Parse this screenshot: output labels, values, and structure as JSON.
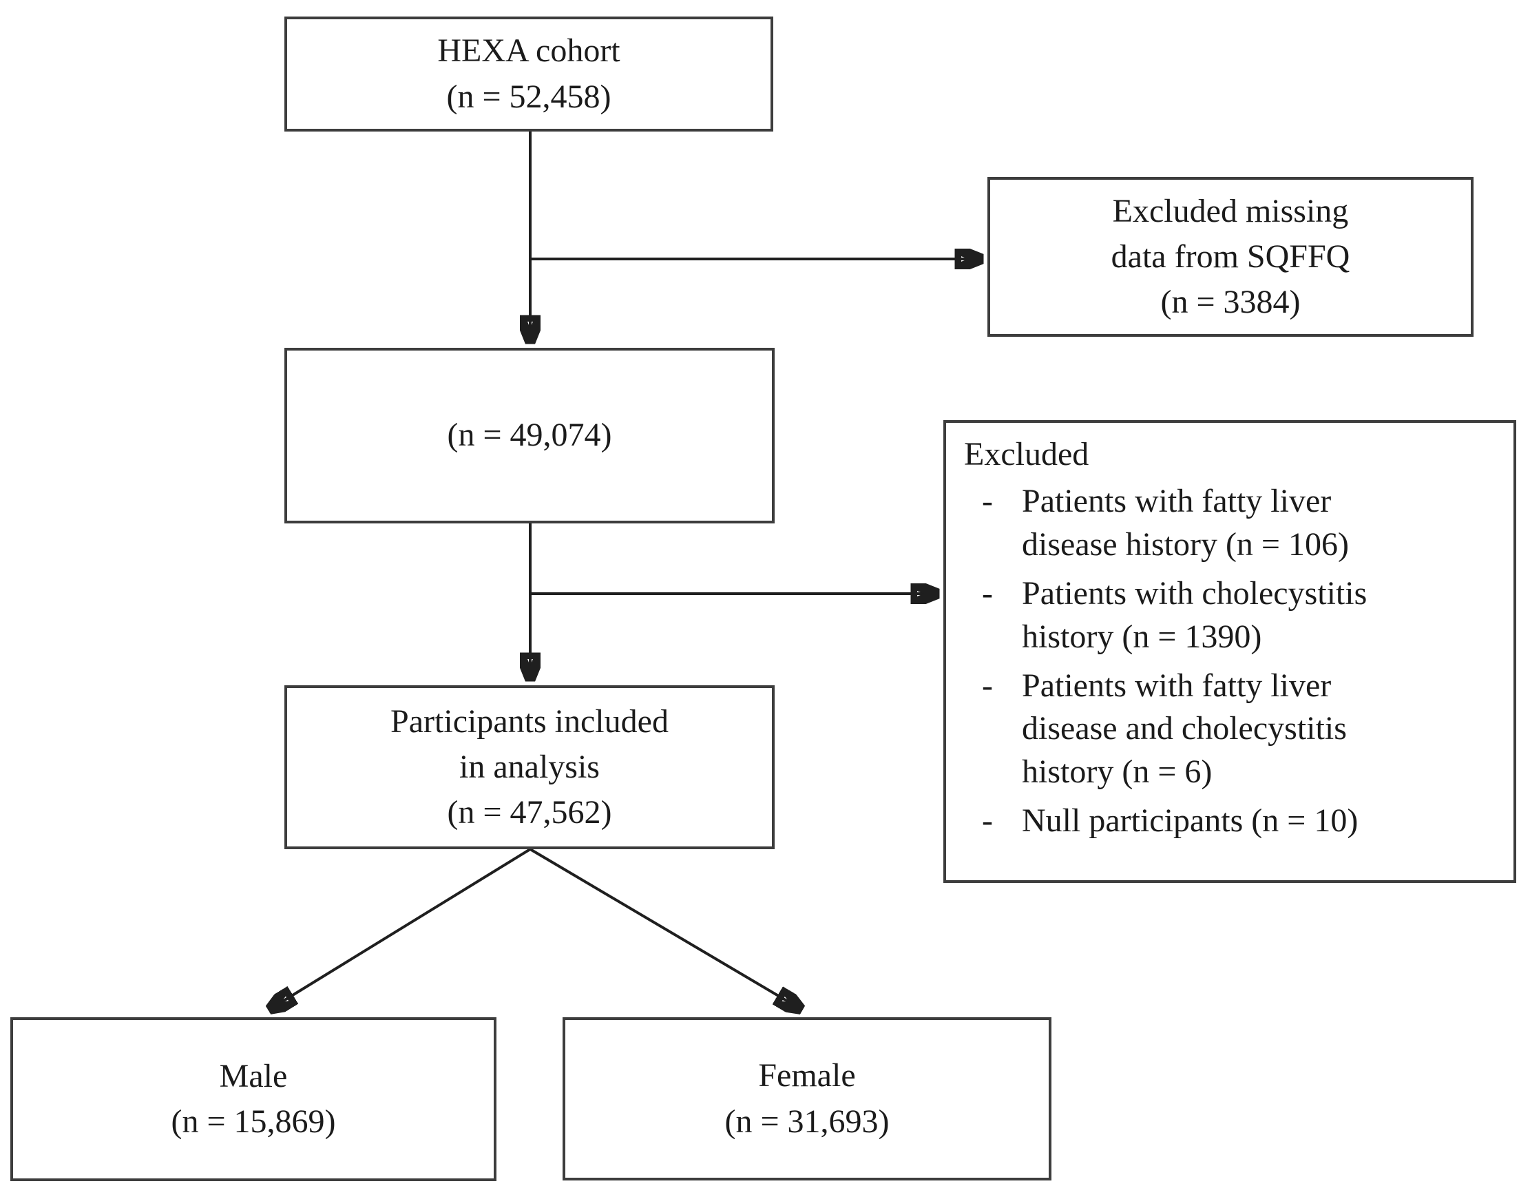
{
  "figure": {
    "type": "participant-flowchart",
    "background_color": "#ffffff",
    "box_border_color": "#3d3d3d",
    "line_color": "#1f1f1f",
    "text_color": "#1b1b1b"
  },
  "nodes": {
    "hexa": {
      "label": "HEXA cohort\n(n = 52,458)"
    },
    "sqffq_excluded": {
      "label": "Excluded missing\ndata from SQFFQ\n(n = 3384)"
    },
    "after_sqffq": {
      "label": "(n = 49,074)"
    },
    "included": {
      "label": "Participants included\nin analysis\n(n = 47,562)"
    },
    "male": {
      "label": "Male\n(n = 15,869)"
    },
    "female": {
      "label": "Female\n(n = 31,693)"
    }
  },
  "excluded_panel": {
    "title": "Excluded",
    "bullet": "-",
    "items": [
      {
        "text": "Patients with fatty liver\ndisease history (n = 106)"
      },
      {
        "text": "Patients with cholecystitis\nhistory (n = 1390)"
      },
      {
        "text": "Patients with fatty liver\ndisease and cholecystitis\nhistory (n = 6)"
      },
      {
        "text": "Null participants (n = 10)"
      }
    ]
  }
}
